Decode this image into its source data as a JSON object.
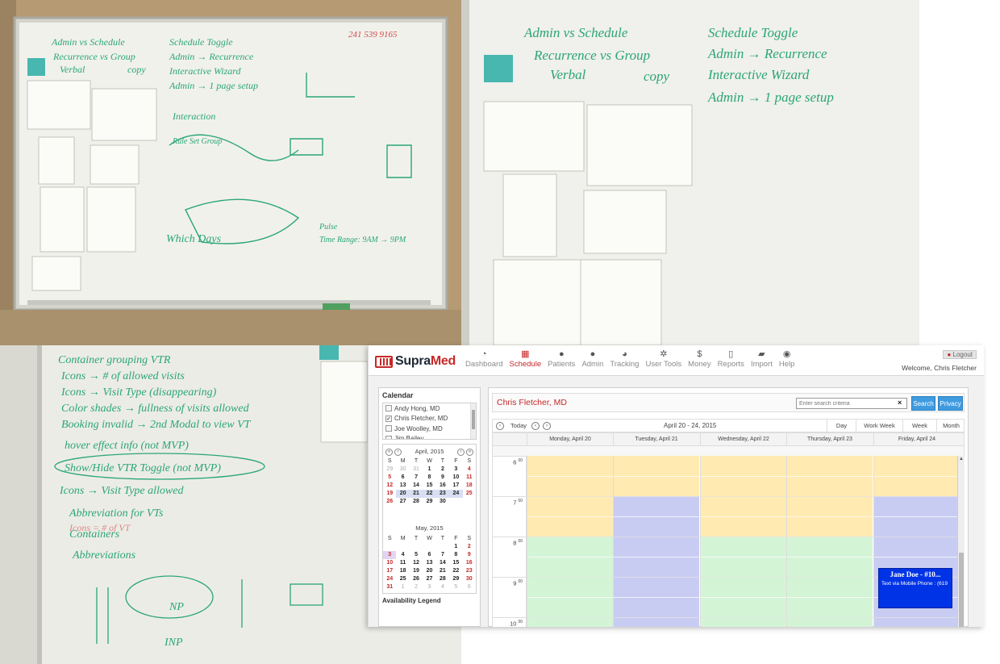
{
  "whiteboard_top_left": {
    "phone_number": "241 539 9165",
    "notes": [
      "Admin vs Schedule",
      "Recurrence vs Group",
      "Verbal",
      "copy",
      "Schedule Toggle",
      "Admin → Recurrence",
      "Interactive Wizard",
      "Admin → 1 page setup",
      "Interaction",
      "Rule Set Group",
      "Which Days",
      "Pulse",
      "Time Range: 9AM → 9PM"
    ]
  },
  "whiteboard_top_right": {
    "notes": [
      "Admin vs Schedule",
      "Recurrence vs Group",
      "Verbal",
      "copy",
      "Schedule Toggle",
      "Admin → Recurrence",
      "Interactive Wizard",
      "Admin → 1 page setup"
    ]
  },
  "whiteboard_bottom_left": {
    "notes": [
      "Container grouping VTR",
      "Icons → # of allowed visits",
      "Icons → Visit Type (disappearing)",
      "Color shades → fullness of visits allowed",
      "Booking invalid → 2nd Modal to view VT",
      "hover effect info (not MVP)",
      "Show/Hide VTR Toggle (not MVP)",
      "Icons → Visit Type allowed",
      "Abbreviation for VTs",
      "Icons = # of VT",
      "Containers",
      "Abbreviations",
      "NP",
      "INP"
    ]
  },
  "app": {
    "logo": {
      "brand_a": "Supra",
      "brand_b": "Med"
    },
    "nav": [
      {
        "label": "Dashboard",
        "icon": "gauge-icon",
        "glyph": "◔"
      },
      {
        "label": "Schedule",
        "icon": "calendar-icon",
        "glyph": "▦"
      },
      {
        "label": "Patients",
        "icon": "patients-icon",
        "glyph": "●"
      },
      {
        "label": "Admin",
        "icon": "admin-icon",
        "glyph": "●"
      },
      {
        "label": "Tracking",
        "icon": "tracking-icon",
        "glyph": "◕"
      },
      {
        "label": "User Tools",
        "icon": "gear-icon",
        "glyph": "✲"
      },
      {
        "label": "Money",
        "icon": "dollar-icon",
        "glyph": "$"
      },
      {
        "label": "Reports",
        "icon": "clipboard-icon",
        "glyph": "▯"
      },
      {
        "label": "Import",
        "icon": "folder-icon",
        "glyph": "▰"
      },
      {
        "label": "Help",
        "icon": "globe-icon",
        "glyph": "◉"
      }
    ],
    "active_nav": "Schedule",
    "logout_label": "Logout",
    "welcome": "Welcome, Chris Fletcher",
    "calendar_panel": {
      "title": "Calendar",
      "providers": [
        {
          "name": "Andy Hong, MD",
          "checked": false
        },
        {
          "name": "Chris Fletcher, MD",
          "checked": true
        },
        {
          "name": "Joe Woolley, MD",
          "checked": false
        },
        {
          "name": "Jim Bailey",
          "checked": false
        }
      ],
      "month1": {
        "title": "April, 2015",
        "dow": [
          "S",
          "M",
          "T",
          "W",
          "T",
          "F",
          "S"
        ],
        "weeks": [
          [
            "29",
            "30",
            "31",
            "1",
            "2",
            "3",
            "4"
          ],
          [
            "5",
            "6",
            "7",
            "8",
            "9",
            "10",
            "11"
          ],
          [
            "12",
            "13",
            "14",
            "15",
            "16",
            "17",
            "18"
          ],
          [
            "19",
            "20",
            "21",
            "22",
            "23",
            "24",
            "25"
          ],
          [
            "26",
            "27",
            "28",
            "29",
            "30",
            "",
            ""
          ]
        ]
      },
      "month2": {
        "title": "May, 2015",
        "dow": [
          "S",
          "M",
          "T",
          "W",
          "T",
          "F",
          "S"
        ],
        "weeks": [
          [
            "",
            "",
            "",
            "",
            "",
            "1",
            "2"
          ],
          [
            "3",
            "4",
            "5",
            "6",
            "7",
            "8",
            "9"
          ],
          [
            "10",
            "11",
            "12",
            "13",
            "14",
            "15",
            "16"
          ],
          [
            "17",
            "18",
            "19",
            "20",
            "21",
            "22",
            "23"
          ],
          [
            "24",
            "25",
            "26",
            "27",
            "28",
            "29",
            "30"
          ],
          [
            "31",
            "1",
            "2",
            "3",
            "4",
            "5",
            "6"
          ]
        ]
      },
      "availability_legend": "Availability Legend"
    },
    "main": {
      "provider_name": "Chris Fletcher, MD",
      "search_placeholder": "Enter search criteria",
      "search_label": "Search",
      "privacy_label": "Privacy",
      "today_label": "Today",
      "range_label": "April 20 - 24, 2015",
      "views": [
        "Day",
        "Work Week",
        "Week",
        "Month"
      ],
      "days": [
        "Monday, April 20",
        "Tuesday, April 21",
        "Wednesday, April 22",
        "Thursday, April 23",
        "Friday, April 24"
      ],
      "hours": [
        {
          "hour": "6",
          "min": "00"
        },
        {
          "hour": "7",
          "min": "00"
        },
        {
          "hour": "8",
          "min": "00"
        },
        {
          "hour": "9",
          "min": "00"
        },
        {
          "hour": "10",
          "min": "00"
        }
      ],
      "appointment": {
        "title": "Jane Doe - #10...",
        "subtitle": "Text via Mobile Phone : (619"
      },
      "colors": {
        "yellow": "#ffeab2",
        "lavender": "#c9ccf2",
        "green": "#d4f4d6",
        "appointment": "#0033e6"
      }
    }
  }
}
